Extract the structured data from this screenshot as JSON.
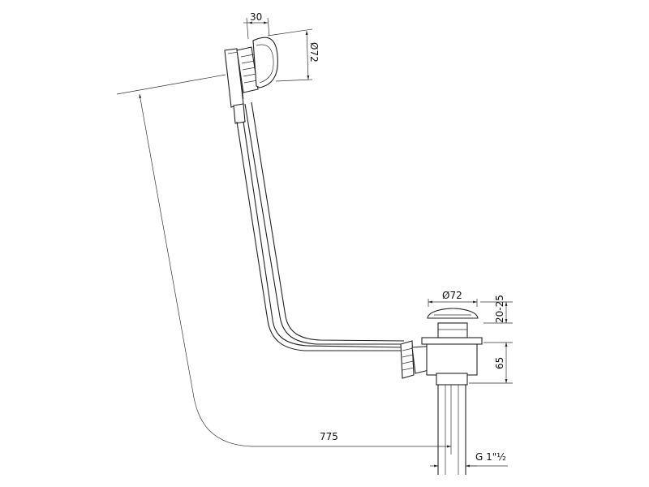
{
  "dimensions": {
    "overflow_depth": "30",
    "overflow_diameter": "Ø72",
    "waste_cap_diameter": "Ø72",
    "cap_height_range": "20-25",
    "waste_body_height": "65",
    "horizontal_length": "775",
    "outlet_thread": "G 1\"½"
  }
}
